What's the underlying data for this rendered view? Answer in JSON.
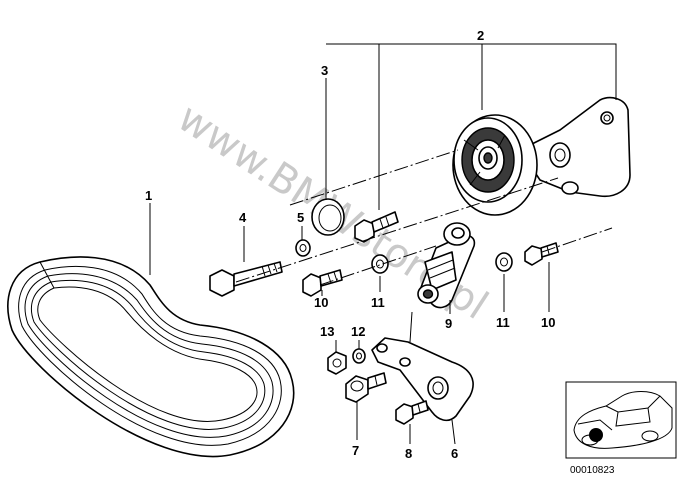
{
  "watermark": "www.BMWstore.pl",
  "reference_number": "00010823",
  "callouts": {
    "c1": "1",
    "c2": "2",
    "c3": "3",
    "c4": "4",
    "c5": "5",
    "c6": "6",
    "c7": "7",
    "c8": "8",
    "c9": "9",
    "c10a": "10",
    "c10b": "10",
    "c11a": "11",
    "c11b": "11",
    "c12": "12",
    "c13": "13"
  },
  "colors": {
    "line": "#000000",
    "watermark": "#c9c9c9",
    "background": "#ffffff"
  }
}
